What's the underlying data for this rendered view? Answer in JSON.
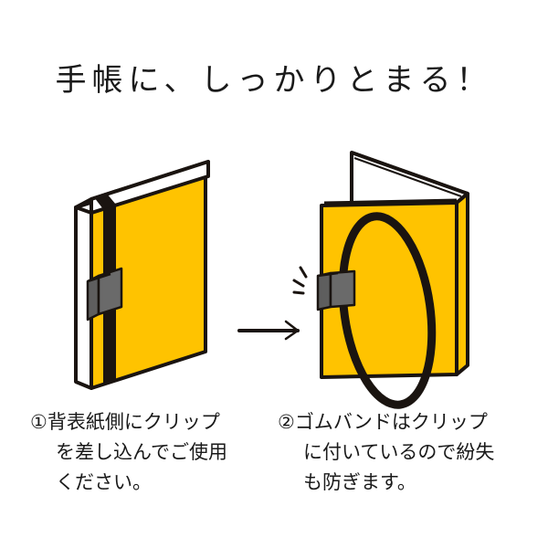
{
  "title": "手帳に、しっかりとまる！",
  "colors": {
    "cover_yellow": "#FFC300",
    "outline": "#1a1410",
    "clip_gray": "#5e5e5e",
    "page_white": "#ffffff"
  },
  "illustrations": {
    "left": "notebook-with-clip-closed-band",
    "arrow": "right-arrow",
    "right": "notebook-open-with-clip-band-loop"
  },
  "captions": [
    {
      "lines": [
        "①背表紙側にクリップ",
        "を差し込んでご使用",
        "ください。"
      ]
    },
    {
      "lines": [
        "②ゴムバンドはクリップ",
        "に付いているので紛失",
        "も防ぎます。"
      ]
    }
  ]
}
